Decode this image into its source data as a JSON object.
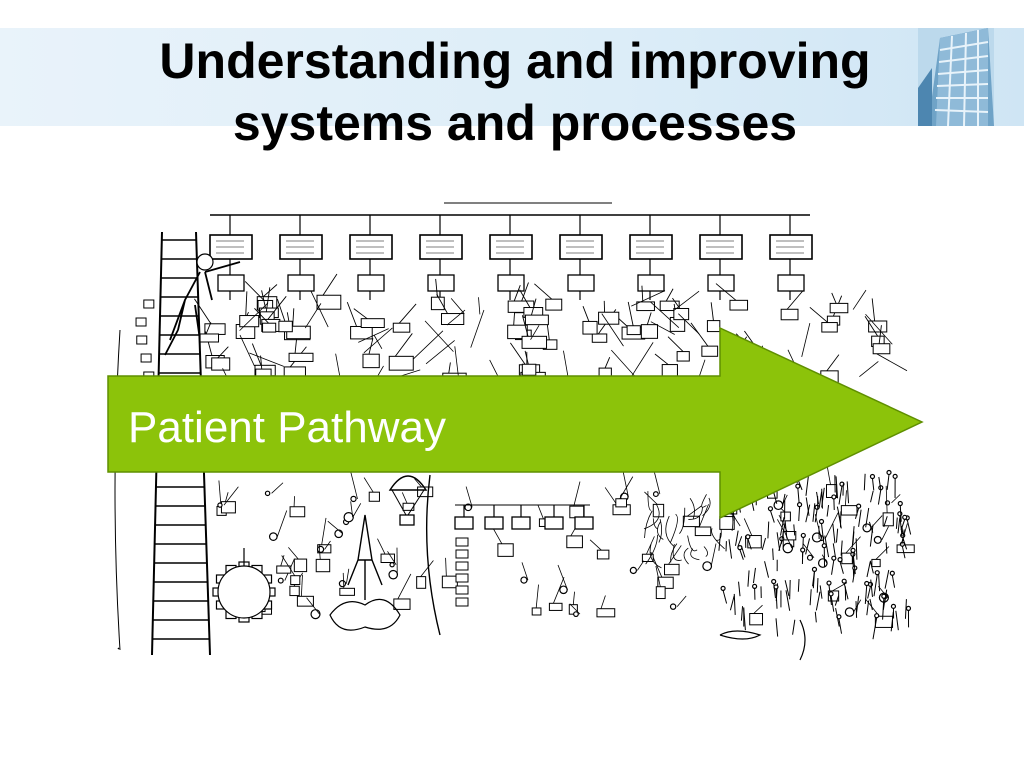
{
  "slide": {
    "title_line1": "Understanding and improving",
    "title_line2": "systems and processes"
  },
  "diagram": {
    "arrow_label": "Patient Pathway",
    "arrow_color": "#8cc30a",
    "arrow_border": "#5f8f00",
    "line_color": "#000000"
  },
  "logo": {
    "icon": "building-icon"
  }
}
